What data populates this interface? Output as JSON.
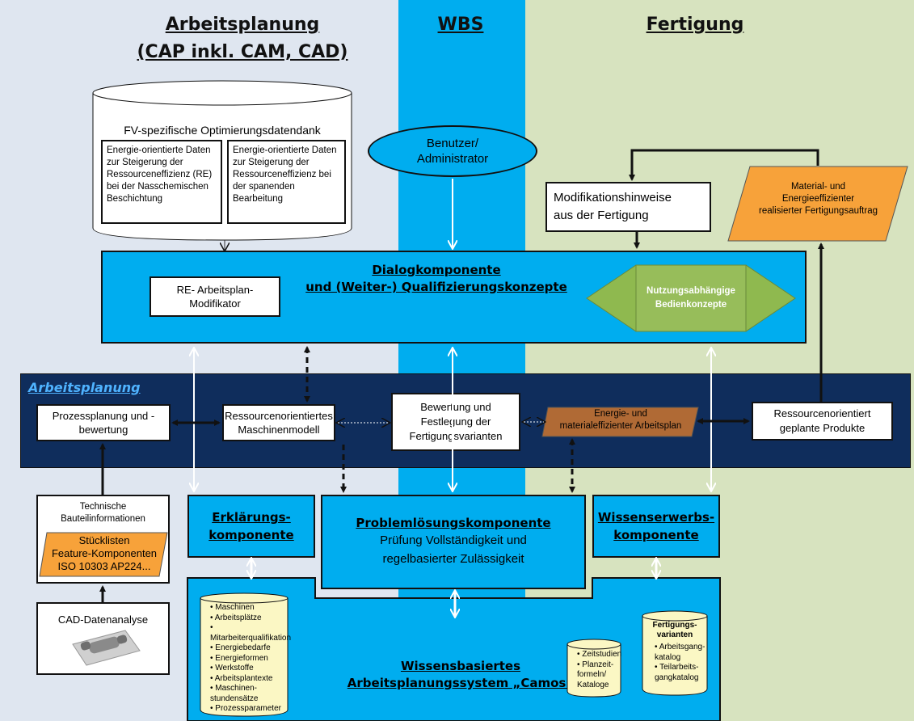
{
  "lanes": {
    "arbeitsplanung_title": "Arbeitsplanung",
    "arbeitsplanung_subtitle": "(CAP inkl. CAM, CAD)",
    "wbs_title": "WBS",
    "fertigung_title": "Fertigung"
  },
  "database": {
    "title": "FV-spezifische Optimierungsdatendank",
    "left_text": "Energie-orientierte Daten zur Steigerung der Ressourceneffizienz (RE) bei der Nasschemischen Beschichtung",
    "right_text": "Energie-orientierte Daten zur Steigerung der Ressourceneffizienz bei der spanenden Bearbeitung"
  },
  "user": {
    "line1": "Benutzer/",
    "line2": "Administrator"
  },
  "modifikation": {
    "line1": "Modifikationshinweise",
    "line2": "aus der Fertigung"
  },
  "auftrag": {
    "line1": "Material- und",
    "line2": "Energieeffizienter",
    "line3": "realisierter Fertigungsauftrag"
  },
  "dialog": {
    "title_line1": "Dialogkomponente",
    "title_line2": "und (Weiter-) Qualifizierungskonzepte",
    "modifikator_line1": "RE- Arbeitsplan-",
    "modifikator_line2": "Modifikator",
    "bedien_line1": "Nutzungsabhängige",
    "bedien_line2": "Bedienkonzepte"
  },
  "arbeitsplanung_band": {
    "label": "Arbeitsplanung",
    "prozess": "Prozessplanung und - bewertung",
    "maschinen": "Ressourcenorientiertes Maschinenmodell",
    "bewertung": "Bewertung und Festlegung der Fertigungsvarianten",
    "plan_line1": "Energie- und",
    "plan_line2": "materialeffizienter Arbeitsplan",
    "produkte": "Ressourcenorientiert geplante Produkte"
  },
  "technische": {
    "title_line1": "Technische",
    "title_line2": "Bauteilinformationen",
    "item1": "Stücklisten",
    "item2": "Feature-Komponenten",
    "item3": "ISO 10303 AP224..."
  },
  "cad": {
    "label": "CAD-Datenanalyse"
  },
  "erklaerung": {
    "line1": "Erklärungs-",
    "line2": "komponente"
  },
  "problem": {
    "title": "Problemlösungskomponente",
    "line1": "Prüfung Vollständigkeit und",
    "line2": "regelbasierter Zulässigkeit"
  },
  "wissenserwerb": {
    "line1": "Wissenserwerbs-",
    "line2": "komponente"
  },
  "wissen": {
    "title_line1": "Wissensbasiertes",
    "title_line2": "Arbeitsplanungssystem „Camos“"
  },
  "db_list1": [
    "Maschinen",
    "Arbeitsplätze",
    "Mitarbeiterqualifikation",
    "Energiebedarfe",
    "Energieformen",
    "Werkstoffe",
    "Arbeitsplantexte",
    "Maschinen-stundensätze",
    "Prozessparameter"
  ],
  "db_list2": [
    "Zeitstudien",
    "Planzeit-formeln/ Kataloge"
  ],
  "db_list3": {
    "title": "Fertigungs-varianten",
    "items": [
      "Arbeitsgang-katalog",
      "Teilarbeits-gangkatalog"
    ]
  },
  "colors": {
    "lane_left": "#dfe6f0",
    "lane_mid": "#00adef",
    "lane_right": "#d7e3bf",
    "dialog_blue": "#00adef",
    "band_navy": "#0f2d5c",
    "orange": "#f7a23a",
    "brown": "#b06a35",
    "green": "#8fb94f",
    "cylinder_yellow": "#fbf7c4"
  }
}
